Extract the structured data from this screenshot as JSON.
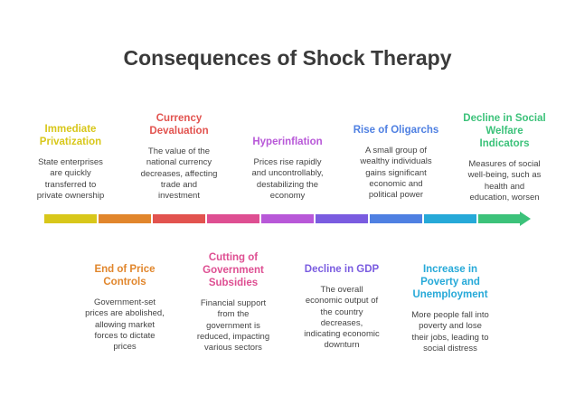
{
  "title": "Consequences of Shock Therapy",
  "items": [
    {
      "heading": "Immediate\nPrivatization",
      "description": "State enterprises\nare quickly\ntransferred to\nprivate ownership",
      "color": "#d8c71a"
    },
    {
      "heading": "End of Price\nControls",
      "description": "Government-set\nprices are abolished,\nallowing market\nforces to dictate\nprices",
      "color": "#e1862c"
    },
    {
      "heading": "Currency\nDevaluation",
      "description": "The value of the\nnational currency\ndecreases, affecting\ntrade and\ninvestment",
      "color": "#e2534f"
    },
    {
      "heading": "Cutting of\nGovernment\nSubsidies",
      "description": "Financial support\nfrom the\ngovernment is\nreduced, impacting\nvarious sectors",
      "color": "#de4f92"
    },
    {
      "heading": "Hyperinflation",
      "description": "Prices rise rapidly\nand uncontrollably,\ndestabilizing the\neconomy",
      "color": "#b858d8"
    },
    {
      "heading": "Decline in GDP",
      "description": "The overall\neconomic output of\nthe country\ndecreases,\nindicating economic\ndownturn",
      "color": "#7a5ce0"
    },
    {
      "heading": "Rise of Oligarchs",
      "description": "A small group of\nwealthy individuals\ngains significant\neconomic and\npolitical power",
      "color": "#4f80e2"
    },
    {
      "heading": "Increase in\nPoverty and\nUnemployment",
      "description": "More people fall into\npoverty and lose\ntheir jobs, leading to\nsocial distress",
      "color": "#26a9d8"
    },
    {
      "heading": "Decline in Social\nWelfare\nIndicators",
      "description": "Measures of social\nwell-being, such as\nhealth and\neducation, worsen",
      "color": "#3cc27a"
    }
  ]
}
